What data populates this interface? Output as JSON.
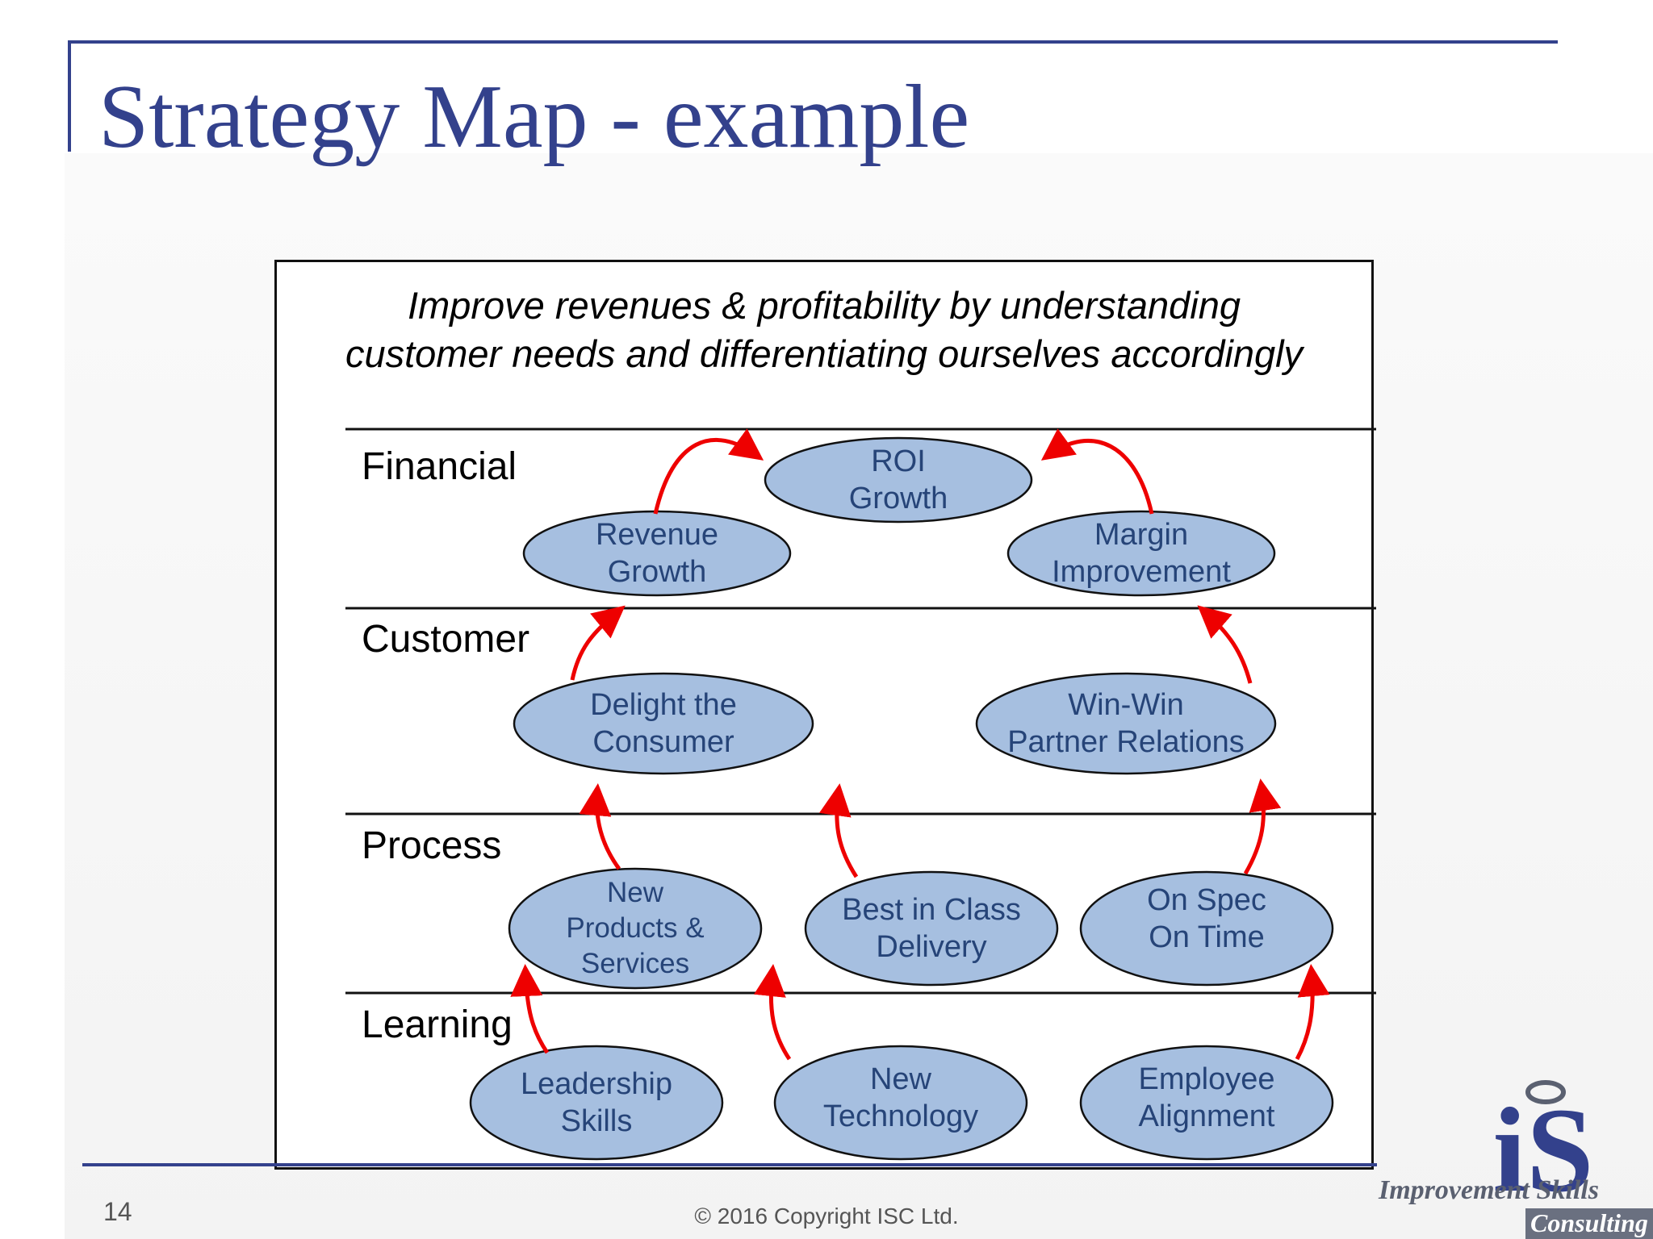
{
  "slide": {
    "title": "Strategy Map - example",
    "page_number": "14",
    "copyright": "© 2016 Copyright ISC Ltd.",
    "logo": {
      "mark": "iS",
      "line1": "Improvement Skills",
      "line2": "Consulting"
    }
  },
  "diagram": {
    "mission_line1": "Improve revenues & profitability by understanding",
    "mission_line2": "customer needs and differentiating ourselves accordingly",
    "rows": {
      "financial": "Financial",
      "customer": "Customer",
      "process": "Process",
      "learning": "Learning"
    },
    "nodes": {
      "roi_growth": {
        "line1": "ROI",
        "line2": "Growth"
      },
      "revenue_growth": {
        "line1": "Revenue",
        "line2": "Growth"
      },
      "margin_improvement": {
        "line1": "Margin",
        "line2": "Improvement"
      },
      "delight_consumer": {
        "line1": "Delight the",
        "line2": "Consumer"
      },
      "win_win": {
        "line1": "Win-Win",
        "line2": "Partner Relations"
      },
      "new_products": {
        "line1": "New",
        "line2": "Products &",
        "line3": "Services"
      },
      "best_in_class": {
        "line1": "Best in Class",
        "line2": "Delivery"
      },
      "on_spec": {
        "line1": "On Spec",
        "line2": "On Time"
      },
      "leadership": {
        "line1": "Leadership",
        "line2": "Skills"
      },
      "new_technology": {
        "line1": "New",
        "line2": "Technology"
      },
      "employee_alignment": {
        "line1": "Employee",
        "line2": "Alignment"
      }
    },
    "colors": {
      "node_fill": "#a6bfe0",
      "node_text": "#264478",
      "arrow": "#ee0000",
      "title": "#33418c"
    }
  }
}
